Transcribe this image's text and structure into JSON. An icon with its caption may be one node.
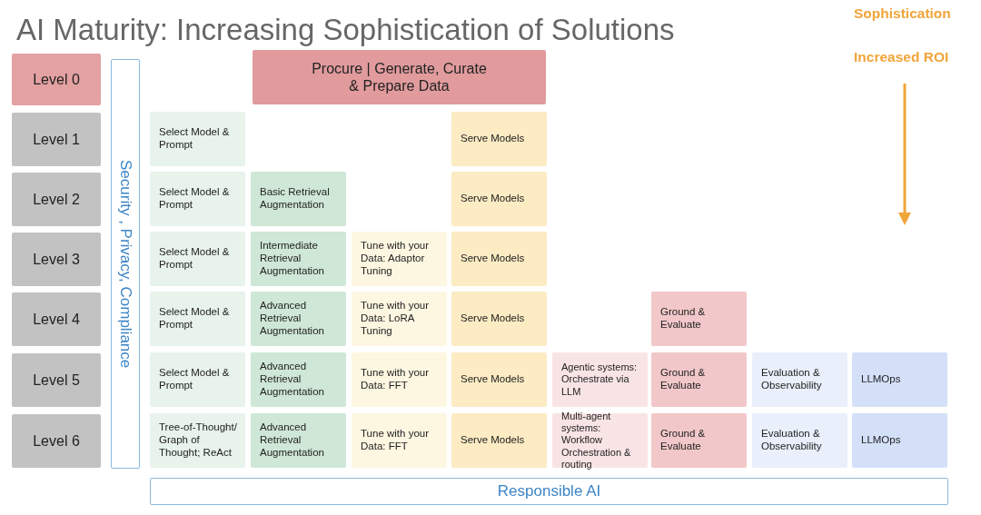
{
  "diagram": {
    "title": "AI Maturity: Increasing Sophistication of Solutions",
    "nodes": [
      {
        "text": [
          "Level 0"
        ]
      },
      {
        "text": [
          "Security , Privacy, Compliance"
        ]
      },
      {
        "text": [
          "Procure | Generate, Curate & Prepare Data"
        ]
      },
      {
        "text": [
          "Level 1"
        ]
      },
      {
        "text": [
          "Select Model & Prompt"
        ]
      },
      {
        "text": [
          "Serve Models"
        ]
      },
      {
        "text": [
          "Level 2"
        ]
      },
      {
        "text": [
          "Select Model & Prompt"
        ]
      },
      {
        "text": [
          "Basic Retrieval Augmentation"
        ]
      },
      {
        "text": [
          "Serve Models"
        ]
      },
      {
        "text": [
          "Level 3"
        ]
      },
      {
        "text": [
          "Select Model & Prompt"
        ]
      },
      {
        "text": [
          "Intermediate Retrieval Augmentation"
        ]
      },
      {
        "text": [
          "Tune with your Data: Adaptor Tuning"
        ]
      },
      {
        "text": [
          "Serve Models"
        ]
      },
      {
        "text": [
          "Level 4"
        ]
      },
      {
        "text": [
          "Select Model & Prompt"
        ]
      },
      {
        "text": [
          "Advanced Retrieval Augmentation"
        ]
      },
      {
        "text": [
          "Tune with your Data: LoRA Tuning"
        ]
      },
      {
        "text": [
          "Serve Models"
        ]
      },
      {
        "text": [
          "Ground & Evaluate"
        ]
      },
      {
        "text": [
          "Level 5"
        ]
      },
      {
        "text": [
          "Select Model & Prompt"
        ]
      },
      {
        "text": [
          "Advanced Retrieval Augmentation"
        ]
      },
      {
        "text": [
          "Tune with your Data: FFT"
        ]
      },
      {
        "text": [
          "Serve Models"
        ]
      },
      {
        "text": [
          "Agentic systems: Orchestrate via LLM"
        ]
      },
      {
        "text": [
          "Ground & Evaluate"
        ]
      },
      {
        "text": [
          "Evaluation & Observability"
        ]
      },
      {
        "text": [
          "LLMOps"
        ]
      },
      {
        "text": [
          "Level 6"
        ]
      },
      {
        "text": [
          "Tree-of-Thought/ Graph of Thought; ReAct"
        ]
      },
      {
        "text": [
          "Advanced Retrieval Augmentation"
        ]
      },
      {
        "text": [
          "Tune with your Data: FFT"
        ]
      },
      {
        "text": [
          "Serve Models"
        ]
      },
      {
        "text": [
          "Multi-agent systems: Workflow Orchestration & routing"
        ]
      },
      {
        "text": [
          "Ground & Evaluate"
        ]
      },
      {
        "text": [
          "Evaluation & Observability"
        ]
      },
      {
        "text": [
          "LLMOps"
        ]
      },
      {
        "text": [
          "Responsible AI"
        ]
      }
    ],
    "labels": [
      "Sophistication",
      "Increased ROI"
    ]
  }
}
